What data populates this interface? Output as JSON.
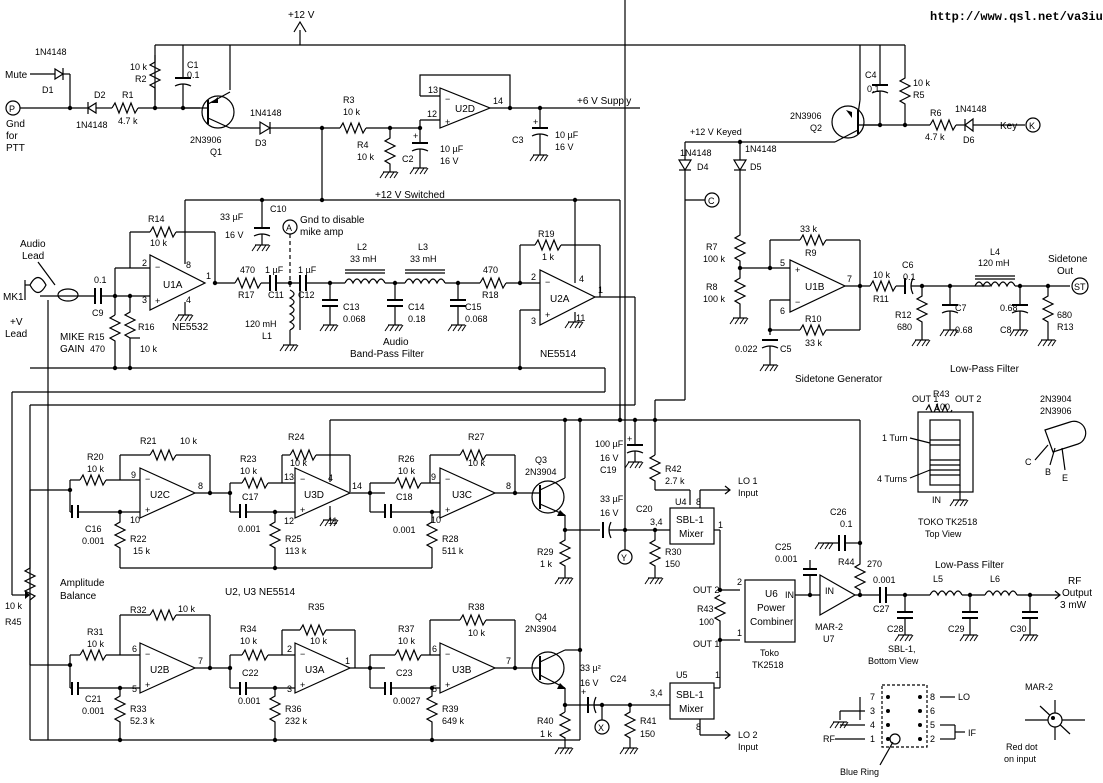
{
  "url": "http://www.qsl.net/va3iul/",
  "power": {
    "v12": "+12 V",
    "v12_keyed": "+12 V  Keyed",
    "v12_switched": "+12 V  Switched",
    "v6_supply": "+6 V  Supply"
  },
  "ports": {
    "p": "P",
    "k": "K",
    "a": "A",
    "c": "C",
    "x": "X",
    "y": "Y",
    "st": "ST"
  },
  "text": {
    "mute": "Mute",
    "gnd_for_ptt": [
      "Gnd",
      "for",
      "PTT"
    ],
    "key": "Key",
    "audio_lead": [
      "Audio",
      "Lead"
    ],
    "mk1": "MK1",
    "plus_v_lead": [
      "+V",
      "Lead"
    ],
    "mike_gain": [
      "MIKE",
      "GAIN"
    ],
    "gnd_disable": [
      "Gnd to disable",
      "mike amp"
    ],
    "audio_bpf": [
      "Audio",
      "Band-Pass Filter"
    ],
    "sidetone_out": [
      "Sidetone",
      "Out"
    ],
    "sidetone_gen": "Sidetone Generator",
    "lpf": "Low-Pass Filter",
    "lpf2": "Low-Pass Filter",
    "amp_balance": [
      "Amplitude",
      "Balance"
    ],
    "u2u3": "U2, U3   NE5514",
    "lo1": [
      "LO 1",
      "Input"
    ],
    "lo2": [
      "LO 2",
      "Input"
    ],
    "rf_out": [
      "RF",
      "Output",
      "3 mW"
    ],
    "power_combiner": [
      "U6",
      "Power",
      "Combiner"
    ],
    "toko_tk": [
      "Toko",
      "TK2518"
    ],
    "toko_top": [
      "TOKO  TK2518",
      "Top View"
    ],
    "sbl1_bottom": [
      "SBL-1,",
      "Bottom View"
    ],
    "mar2": "MAR-2",
    "red_dot": [
      "Red dot",
      "on input"
    ],
    "blue_ring": "Blue Ring",
    "transistor_types": [
      "2N3904",
      "2N3906"
    ],
    "cbe": [
      "C",
      "B",
      "E"
    ],
    "turn1": "1 Turn",
    "turn4": "4 Turns",
    "out1": "OUT 1",
    "out2": "OUT 2",
    "in": "IN",
    "sbl_lo": "LO",
    "sbl_if": "IF",
    "sbl_rf": "RF",
    "sbl_pins": [
      "7",
      "3",
      "4",
      "1",
      "8",
      "6",
      "5",
      "2"
    ],
    "out2_u6": "OUT 2",
    "out1_u6": "OUT 1",
    "in_u6": "IN",
    "in_u7": "IN",
    "sbl_mixer": [
      "SBL-1",
      "Mixer"
    ],
    "u4": "U4",
    "u5": "U5",
    "u7": [
      "MAR-2",
      "U7"
    ]
  },
  "components": {
    "D1": [
      "1N4148",
      "D1"
    ],
    "D2": [
      "D2",
      "1N4148"
    ],
    "R1": [
      "R1",
      "4.7 k"
    ],
    "R2": [
      "10 k",
      "R2"
    ],
    "C1": [
      "C1",
      "0.1"
    ],
    "Q1": [
      "2N3906",
      "Q1"
    ],
    "D3": [
      "1N4148",
      "D3"
    ],
    "R3": [
      "R3",
      "10 k"
    ],
    "R4": [
      "R4",
      "10 k"
    ],
    "C2": [
      "C2",
      "10 µF",
      "16 V"
    ],
    "U2D": [
      "13",
      "12",
      "14",
      "U2D"
    ],
    "C3": [
      "C3",
      "10 µF",
      "16 V"
    ],
    "C4": [
      "C4",
      "0.1"
    ],
    "R5": [
      "10 k",
      "R5"
    ],
    "Q2": [
      "2N3906",
      "Q2"
    ],
    "R6": [
      "R6",
      "4.7 k"
    ],
    "D6": [
      "1N4148",
      "D6"
    ],
    "D4": [
      "1N4148",
      "D4"
    ],
    "D5": [
      "1N4148",
      "D5"
    ],
    "R14": [
      "R14",
      "10 k"
    ],
    "U1A": [
      "U1A",
      "2",
      "3",
      "8",
      "4",
      "1",
      "NE5532"
    ],
    "C9": [
      "0.1",
      "C9"
    ],
    "R15": [
      "R15",
      "470"
    ],
    "R16": [
      "R16",
      "10 k"
    ],
    "C10": [
      "33 µF",
      "16 V",
      "C10"
    ],
    "R17": [
      "470",
      "R17"
    ],
    "C11": [
      "1 µF",
      "C11"
    ],
    "C12": [
      "1 µF",
      "C12"
    ],
    "L1": [
      "120 mH",
      "L1"
    ],
    "L2": [
      "L2",
      "33 mH"
    ],
    "L3": [
      "L3",
      "33 mH"
    ],
    "C13": [
      "C13",
      "0.068"
    ],
    "C14": [
      "C14",
      "0.18"
    ],
    "C15": [
      "C15",
      "0.068"
    ],
    "R18": [
      "470",
      "R18"
    ],
    "R19": [
      "R19",
      "1 k"
    ],
    "U2A": [
      "U2A",
      "2",
      "3",
      "4",
      "11",
      "1",
      "NE5514"
    ],
    "R7": [
      "R7",
      "100 k"
    ],
    "R8": [
      "R8",
      "100 k"
    ],
    "R9": [
      "33 k",
      "R9"
    ],
    "R10": [
      "R10",
      "33 k"
    ],
    "U1B": [
      "U1B",
      "5",
      "6",
      "7"
    ],
    "C5": [
      "0.022",
      "C5"
    ],
    "R11": [
      "10 k",
      "R11"
    ],
    "C6": [
      "C6",
      "0.1"
    ],
    "R12": [
      "R12",
      "680"
    ],
    "C7": [
      "C7",
      "0.68"
    ],
    "L4": [
      "L4",
      "120 mH"
    ],
    "C8": [
      "0.68",
      "C8"
    ],
    "R13": [
      "680",
      "R13"
    ],
    "R20": [
      "R20",
      "10 k"
    ],
    "R21": [
      "R21",
      "10 k"
    ],
    "U2C": [
      "U2C",
      "9",
      "10",
      "8"
    ],
    "C16": [
      "C16",
      "0.001"
    ],
    "R22": [
      "R22",
      "15 k"
    ],
    "R23": [
      "R23",
      "10 k"
    ],
    "R24": [
      "R24",
      "10 k"
    ],
    "U3D": [
      "U3D",
      "13",
      "12",
      "4",
      "11",
      "14"
    ],
    "C17": [
      "C17",
      "0.001"
    ],
    "R25": [
      "R25",
      "113 k"
    ],
    "R26": [
      "R26",
      "10 k"
    ],
    "R27": [
      "R27",
      "10 k"
    ],
    "U3C": [
      "U3C",
      "9",
      "10",
      "8"
    ],
    "C18": [
      "C18",
      "0.001"
    ],
    "R28": [
      "R28",
      "511 k"
    ],
    "Q3": [
      "Q3",
      "2N3904"
    ],
    "C19": [
      "100 µF",
      "16 V",
      "C19"
    ],
    "R42": [
      "R42",
      "2.7 k"
    ],
    "C20": [
      "33 µF",
      "16 V",
      "C20"
    ],
    "R29": [
      "R29",
      "1 k"
    ],
    "R30": [
      "R30",
      "150"
    ],
    "R45": [
      "10 k",
      "R45"
    ],
    "R31": [
      "R31",
      "10 k"
    ],
    "R32": [
      "R32",
      "10 k"
    ],
    "U2B": [
      "U2B",
      "6",
      "5",
      "7"
    ],
    "C21": [
      "C21",
      "0.001"
    ],
    "R33": [
      "R33",
      "52.3 k"
    ],
    "R34": [
      "R34",
      "10 k"
    ],
    "R35": [
      "R35",
      "10 k"
    ],
    "U3A": [
      "U3A",
      "2",
      "3",
      "1"
    ],
    "C22": [
      "C22",
      "0.001"
    ],
    "R36": [
      "R36",
      "232 k"
    ],
    "R37": [
      "R37",
      "10 k"
    ],
    "R38": [
      "R38",
      "10 k"
    ],
    "U3B": [
      "U3B",
      "6",
      "5",
      "7"
    ],
    "C23": [
      "C23",
      "0.0027"
    ],
    "R39": [
      "R39",
      "649 k"
    ],
    "Q4": [
      "Q4",
      "2N3904"
    ],
    "C24": [
      "33 µ²",
      "16 V",
      "C24"
    ],
    "R40": [
      "R40",
      "1 k"
    ],
    "R41": [
      "R41",
      "150"
    ],
    "R43": [
      "R43",
      "100"
    ],
    "C25": [
      "C25",
      "0.001"
    ],
    "C26": [
      "C26",
      "0.1"
    ],
    "R44": [
      "R44",
      "270"
    ],
    "C27": [
      "0.001",
      "C27"
    ],
    "L5": "L5",
    "L6": "L6",
    "C28": "C28",
    "C29": "C29",
    "C30": "C30",
    "R43b": [
      "R43",
      "100"
    ],
    "U4pins": [
      "8",
      "1",
      "3,4"
    ],
    "U5pins": [
      "3,4",
      "1",
      "8"
    ],
    "U6pins": [
      "2",
      "1"
    ]
  }
}
